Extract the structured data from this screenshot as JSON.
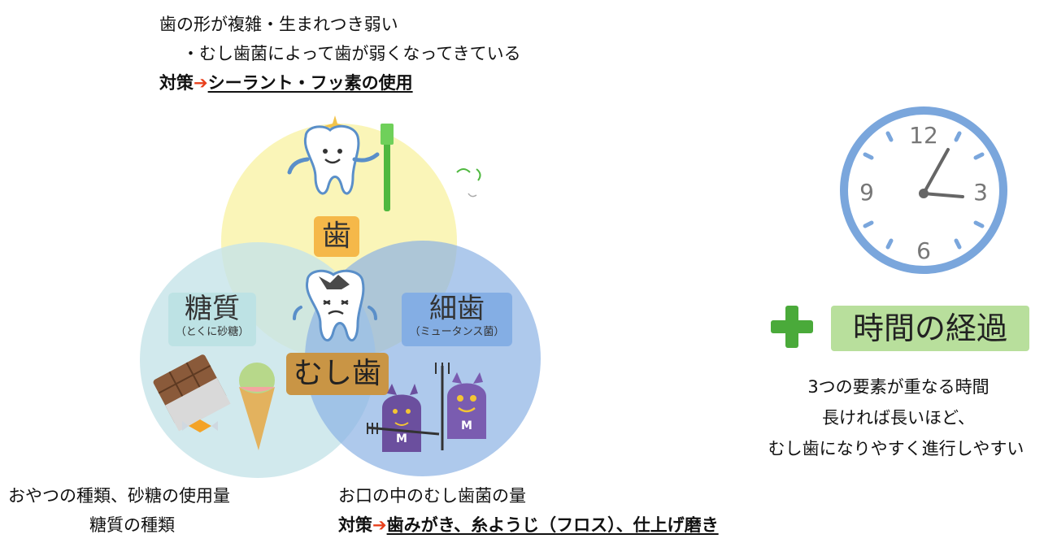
{
  "top_note": {
    "line1": "歯の形が複雑・生まれつき弱い",
    "line2": "・むし歯菌によって歯が弱くなってきている",
    "label": "対策",
    "arrow": "➔",
    "measure": "シーラント・フッ素の使用"
  },
  "venn": {
    "teeth": "歯",
    "sugar": "糖質",
    "sugar_sub": "（とくに砂糖）",
    "bacteria": "細歯",
    "bacteria_sub": "（ミュータンス菌）",
    "center": "むし歯"
  },
  "bottom_left": {
    "line1": "おやつの種類、砂糖の使用量",
    "line2": "糖質の種類"
  },
  "bottom_right": {
    "line1": "お口の中のむし歯菌の量",
    "label": "対策",
    "arrow": "➔",
    "measure": "歯みがき、糸ようじ（フロス）、仕上げ磨き"
  },
  "clock": {
    "n12": "12",
    "n3": "3",
    "n6": "6",
    "n9": "9"
  },
  "right_panel": {
    "plus": "+",
    "label": "時間の経過",
    "line1": "3つの要素が重なる時間",
    "line2": "長ければ長いほど、",
    "line3": "むし歯になりやすく進行しやすい"
  },
  "monster_letter": "M",
  "colors": {
    "accent_arrow": "#e8401c",
    "teeth_circle": "#f8f2a0",
    "sugar_circle": "#c6e4e8",
    "bacteria_circle": "#8cb2e4",
    "clock_ring": "#7aa6dc",
    "time_label": "#b8df9c",
    "plus": "#4aaa3a"
  }
}
